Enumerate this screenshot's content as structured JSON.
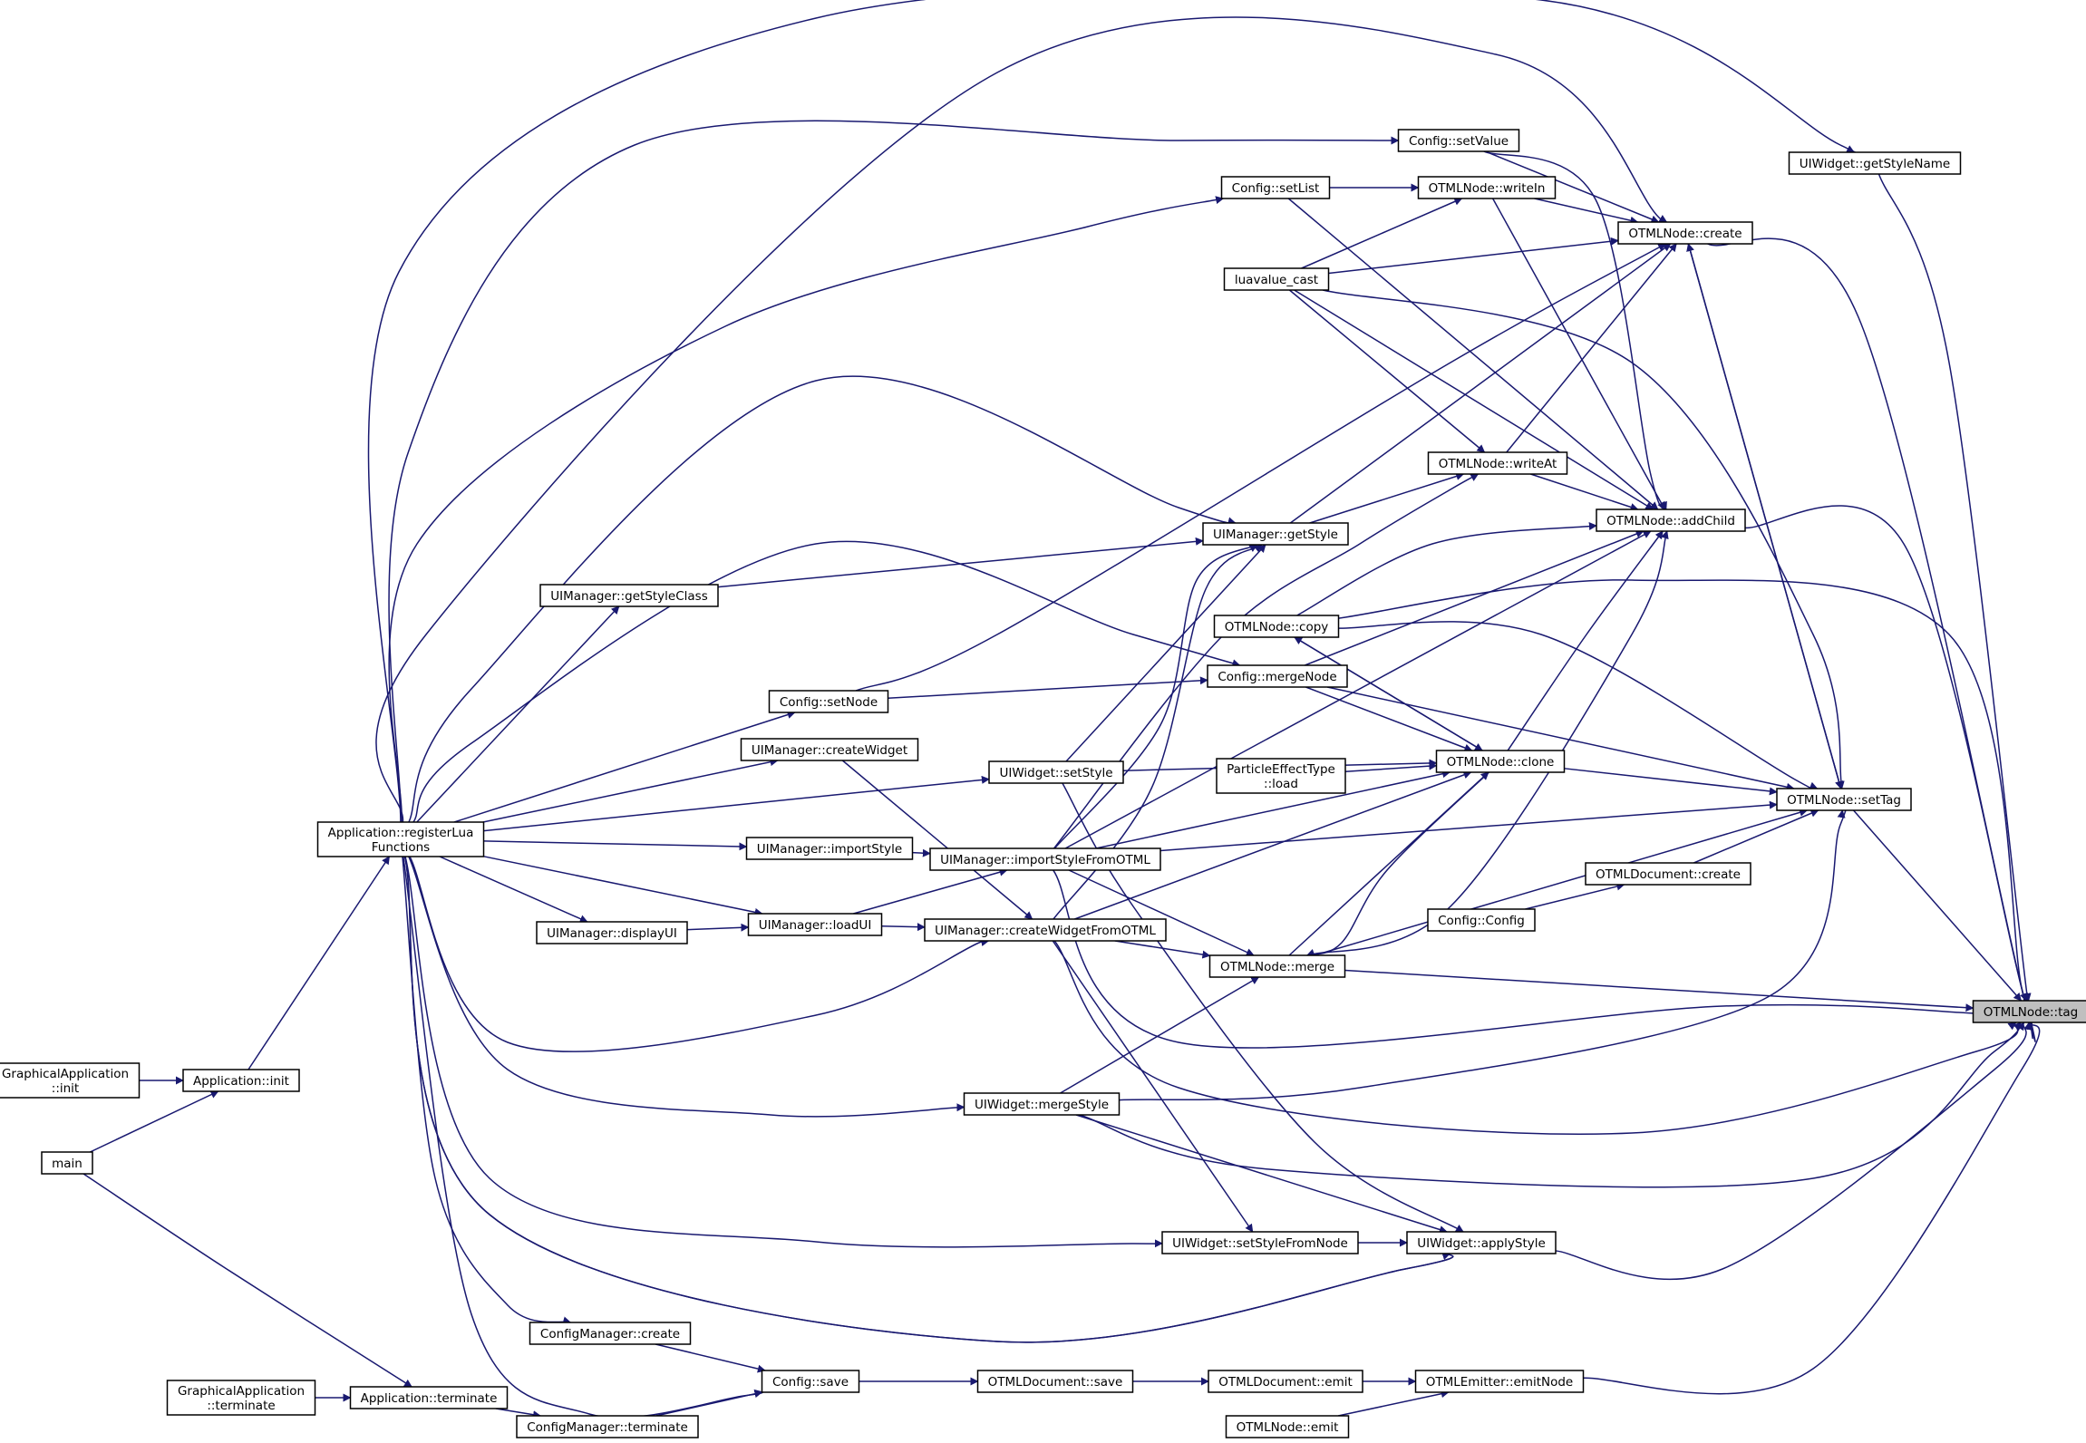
{
  "diagram": {
    "type": "call-graph",
    "edge_color": "#191970",
    "node_border_color": "#000000",
    "highlight_fill": "#bfbfbf",
    "nodes": [
      {
        "id": "tag",
        "lines": [
          "OTMLNode::tag"
        ],
        "highlight": true
      },
      {
        "id": "getStyleName",
        "lines": [
          "UIWidget::getStyleName"
        ]
      },
      {
        "id": "setValue",
        "lines": [
          "Config::setValue"
        ]
      },
      {
        "id": "setList",
        "lines": [
          "Config::setList"
        ]
      },
      {
        "id": "writeIn",
        "lines": [
          "OTMLNode::writeIn"
        ]
      },
      {
        "id": "create",
        "lines": [
          "OTMLNode::create"
        ]
      },
      {
        "id": "luavalue_cast",
        "lines": [
          "luavalue_cast"
        ]
      },
      {
        "id": "writeAt",
        "lines": [
          "OTMLNode::writeAt"
        ]
      },
      {
        "id": "addChild",
        "lines": [
          "OTMLNode::addChild"
        ]
      },
      {
        "id": "getStyle",
        "lines": [
          "UIManager::getStyle"
        ]
      },
      {
        "id": "getStyleClass",
        "lines": [
          "UIManager::getStyleClass"
        ]
      },
      {
        "id": "copy",
        "lines": [
          "OTMLNode::copy"
        ]
      },
      {
        "id": "mergeNode",
        "lines": [
          "Config::mergeNode"
        ]
      },
      {
        "id": "setNode",
        "lines": [
          "Config::setNode"
        ]
      },
      {
        "id": "createWidget",
        "lines": [
          "UIManager::createWidget"
        ]
      },
      {
        "id": "particleLoad",
        "lines": [
          "ParticleEffectType",
          "::load"
        ]
      },
      {
        "id": "clone",
        "lines": [
          "OTMLNode::clone"
        ]
      },
      {
        "id": "setStyle",
        "lines": [
          "UIWidget::setStyle"
        ]
      },
      {
        "id": "setTag",
        "lines": [
          "OTMLNode::setTag"
        ]
      },
      {
        "id": "registerLua",
        "lines": [
          "Application::registerLua",
          "Functions"
        ]
      },
      {
        "id": "importStyle",
        "lines": [
          "UIManager::importStyle"
        ]
      },
      {
        "id": "importStyleFromOTML",
        "lines": [
          "UIManager::importStyleFromOTML"
        ]
      },
      {
        "id": "docCreate",
        "lines": [
          "OTMLDocument::create"
        ]
      },
      {
        "id": "configCtor",
        "lines": [
          "Config::Config"
        ]
      },
      {
        "id": "displayUI",
        "lines": [
          "UIManager::displayUI"
        ]
      },
      {
        "id": "loadUI",
        "lines": [
          "UIManager::loadUI"
        ]
      },
      {
        "id": "createWidgetFromOTML",
        "lines": [
          "UIManager::createWidgetFromOTML"
        ]
      },
      {
        "id": "merge",
        "lines": [
          "OTMLNode::merge"
        ]
      },
      {
        "id": "gaInit",
        "lines": [
          "GraphicalApplication",
          "::init"
        ]
      },
      {
        "id": "appInit",
        "lines": [
          "Application::init"
        ]
      },
      {
        "id": "mergeStyle",
        "lines": [
          "UIWidget::mergeStyle"
        ]
      },
      {
        "id": "main",
        "lines": [
          "main"
        ]
      },
      {
        "id": "setStyleFromNode",
        "lines": [
          "UIWidget::setStyleFromNode"
        ]
      },
      {
        "id": "applyStyle",
        "lines": [
          "UIWidget::applyStyle"
        ]
      },
      {
        "id": "cmCreate",
        "lines": [
          "ConfigManager::create"
        ]
      },
      {
        "id": "configSave",
        "lines": [
          "Config::save"
        ]
      },
      {
        "id": "docSave",
        "lines": [
          "OTMLDocument::save"
        ]
      },
      {
        "id": "docEmit",
        "lines": [
          "OTMLDocument::emit"
        ]
      },
      {
        "id": "emitNode",
        "lines": [
          "OTMLEmitter::emitNode"
        ]
      },
      {
        "id": "gaTerminate",
        "lines": [
          "GraphicalApplication",
          "::terminate"
        ]
      },
      {
        "id": "appTerminate",
        "lines": [
          "Application::terminate"
        ]
      },
      {
        "id": "cmTerminate",
        "lines": [
          "ConfigManager::terminate"
        ]
      },
      {
        "id": "nodeEmit",
        "lines": [
          "OTMLNode::emit"
        ]
      }
    ],
    "edges": [
      {
        "from": "registerLua",
        "to": "getStyleName"
      },
      {
        "from": "registerLua",
        "to": "create"
      },
      {
        "from": "registerLua",
        "to": "setValue"
      },
      {
        "from": "registerLua",
        "to": "setList"
      },
      {
        "from": "registerLua",
        "to": "getStyle"
      },
      {
        "from": "registerLua",
        "to": "getStyleClass"
      },
      {
        "from": "registerLua",
        "to": "mergeNode"
      },
      {
        "from": "registerLua",
        "to": "setNode"
      },
      {
        "from": "registerLua",
        "to": "createWidget"
      },
      {
        "from": "registerLua",
        "to": "setStyle"
      },
      {
        "from": "registerLua",
        "to": "importStyle"
      },
      {
        "from": "registerLua",
        "to": "loadUI"
      },
      {
        "from": "registerLua",
        "to": "displayUI"
      },
      {
        "from": "registerLua",
        "to": "createWidgetFromOTML"
      },
      {
        "from": "registerLua",
        "to": "mergeStyle"
      },
      {
        "from": "registerLua",
        "to": "setStyleFromNode"
      },
      {
        "from": "registerLua",
        "to": "applyStyle"
      },
      {
        "from": "registerLua",
        "to": "cmCreate"
      },
      {
        "from": "registerLua",
        "to": "configSave"
      },
      {
        "from": "appInit",
        "to": "registerLua"
      },
      {
        "from": "gaInit",
        "to": "appInit"
      },
      {
        "from": "main",
        "to": "appInit"
      },
      {
        "from": "main",
        "to": "appTerminate"
      },
      {
        "from": "gaTerminate",
        "to": "appTerminate"
      },
      {
        "from": "appTerminate",
        "to": "cmTerminate"
      },
      {
        "from": "cmTerminate",
        "to": "configSave"
      },
      {
        "from": "cmCreate",
        "to": "configSave"
      },
      {
        "from": "configSave",
        "to": "docSave"
      },
      {
        "from": "docSave",
        "to": "docEmit"
      },
      {
        "from": "docEmit",
        "to": "emitNode"
      },
      {
        "from": "nodeEmit",
        "to": "emitNode"
      },
      {
        "from": "emitNode",
        "to": "tag"
      },
      {
        "from": "applyStyle",
        "to": "tag"
      },
      {
        "from": "setStyleFromNode",
        "to": "applyStyle"
      },
      {
        "from": "mergeStyle",
        "to": "applyStyle"
      },
      {
        "from": "registerLua",
        "to": "applyStyle"
      },
      {
        "from": "setStyle",
        "to": "applyStyle"
      },
      {
        "from": "createWidgetFromOTML",
        "to": "setStyleFromNode"
      },
      {
        "from": "mergeStyle",
        "to": "merge"
      },
      {
        "from": "mergeStyle",
        "to": "tag"
      },
      {
        "from": "mergeStyle",
        "to": "setTag"
      },
      {
        "from": "createWidgetFromOTML",
        "to": "merge"
      },
      {
        "from": "importStyleFromOTML",
        "to": "merge"
      },
      {
        "from": "merge",
        "to": "tag"
      },
      {
        "from": "merge",
        "to": "setTag"
      },
      {
        "from": "merge",
        "to": "addChild"
      },
      {
        "from": "merge",
        "to": "clone"
      },
      {
        "from": "createWidgetFromOTML",
        "to": "tag"
      },
      {
        "from": "createWidgetFromOTML",
        "to": "clone"
      },
      {
        "from": "createWidgetFromOTML",
        "to": "getStyle"
      },
      {
        "from": "loadUI",
        "to": "createWidgetFromOTML"
      },
      {
        "from": "loadUI",
        "to": "importStyleFromOTML"
      },
      {
        "from": "displayUI",
        "to": "loadUI"
      },
      {
        "from": "importStyle",
        "to": "importStyleFromOTML"
      },
      {
        "from": "importStyleFromOTML",
        "to": "tag"
      },
      {
        "from": "importStyleFromOTML",
        "to": "setTag"
      },
      {
        "from": "importStyleFromOTML",
        "to": "clone"
      },
      {
        "from": "importStyleFromOTML",
        "to": "getStyle"
      },
      {
        "from": "importStyleFromOTML",
        "to": "writeAt"
      },
      {
        "from": "importStyleFromOTML",
        "to": "addChild"
      },
      {
        "from": "createWidget",
        "to": "createWidgetFromOTML"
      },
      {
        "from": "setStyle",
        "to": "getStyle"
      },
      {
        "from": "setStyle",
        "to": "clone"
      },
      {
        "from": "setNode",
        "to": "mergeNode"
      },
      {
        "from": "setNode",
        "to": "create"
      },
      {
        "from": "mergeNode",
        "to": "clone"
      },
      {
        "from": "mergeNode",
        "to": "addChild"
      },
      {
        "from": "mergeNode",
        "to": "setTag"
      },
      {
        "from": "copy",
        "to": "clone"
      },
      {
        "from": "copy",
        "to": "addChild"
      },
      {
        "from": "copy",
        "to": "setTag"
      },
      {
        "from": "copy",
        "to": "tag"
      },
      {
        "from": "clone",
        "to": "copy"
      },
      {
        "from": "clone",
        "to": "addChild"
      },
      {
        "from": "clone",
        "to": "setTag"
      },
      {
        "from": "clone",
        "to": "merge"
      },
      {
        "from": "particleLoad",
        "to": "clone"
      },
      {
        "from": "getStyleClass",
        "to": "getStyle"
      },
      {
        "from": "getStyle",
        "to": "writeAt"
      },
      {
        "from": "getStyle",
        "to": "create"
      },
      {
        "from": "writeAt",
        "to": "create"
      },
      {
        "from": "writeAt",
        "to": "addChild"
      },
      {
        "from": "luavalue_cast",
        "to": "writeAt"
      },
      {
        "from": "luavalue_cast",
        "to": "writeIn"
      },
      {
        "from": "luavalue_cast",
        "to": "create"
      },
      {
        "from": "luavalue_cast",
        "to": "addChild"
      },
      {
        "from": "luavalue_cast",
        "to": "setTag"
      },
      {
        "from": "setList",
        "to": "writeIn"
      },
      {
        "from": "setList",
        "to": "addChild"
      },
      {
        "from": "setValue",
        "to": "create"
      },
      {
        "from": "setValue",
        "to": "addChild"
      },
      {
        "from": "writeIn",
        "to": "create"
      },
      {
        "from": "writeIn",
        "to": "addChild"
      },
      {
        "from": "create",
        "to": "tag"
      },
      {
        "from": "create",
        "to": "setTag"
      },
      {
        "from": "addChild",
        "to": "tag"
      },
      {
        "from": "setTag",
        "to": "tag"
      },
      {
        "from": "setTag",
        "to": "create"
      },
      {
        "from": "docCreate",
        "to": "setTag"
      },
      {
        "from": "configCtor",
        "to": "docCreate"
      },
      {
        "from": "getStyleName",
        "to": "tag"
      }
    ]
  }
}
